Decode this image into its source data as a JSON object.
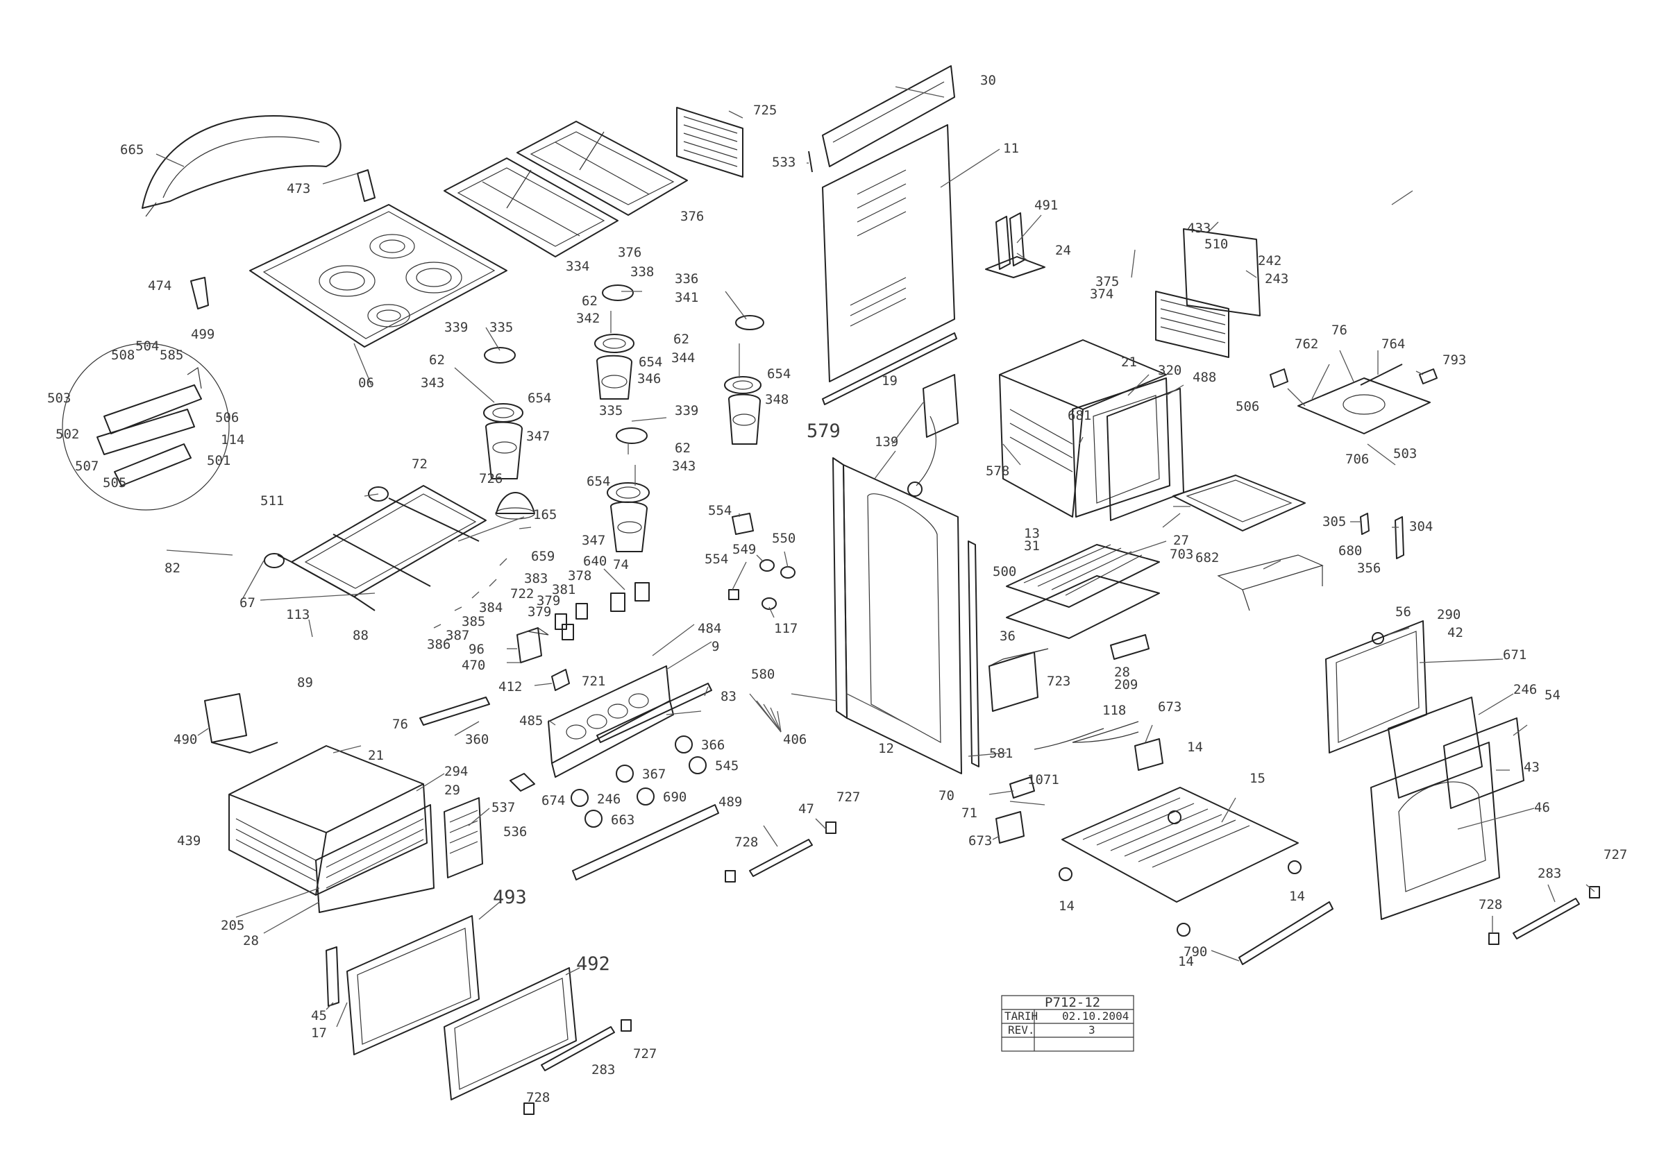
{
  "parts": {
    "p665": "665",
    "p473": "473",
    "p474": "474",
    "p06": "06",
    "p725": "725",
    "p376a": "376",
    "p376b": "376",
    "p334": "334",
    "p338": "338",
    "p336": "336",
    "p341": "341",
    "p339a": "339",
    "p335a": "335",
    "p62a": "62",
    "p342": "342",
    "p654a": "654",
    "p346": "346",
    "p62b": "62",
    "p344": "344",
    "p654b": "654",
    "p348": "348",
    "p62c": "62",
    "p343a": "343",
    "p654c": "654",
    "p347a": "347",
    "p335b": "335",
    "p339b": "339",
    "p62d": "62",
    "p343b": "343",
    "p654d": "654",
    "p347b": "347",
    "p499": "499",
    "p508": "508",
    "p504": "504",
    "p585": "585",
    "p503a": "503",
    "p502": "502",
    "p506a": "506",
    "p114": "114",
    "p501": "501",
    "p507": "507",
    "p505": "505",
    "p72": "72",
    "p511": "511",
    "p726": "726",
    "p165": "165",
    "p82": "82",
    "p659": "659",
    "p383": "383",
    "p722": "722",
    "p67": "67",
    "p384": "384",
    "p385": "385",
    "p387": "387",
    "p386": "386",
    "p113": "113",
    "p88": "88",
    "p89": "89",
    "p76a": "76",
    "p554a": "554",
    "p549": "549",
    "p550": "550",
    "p554b": "554",
    "p117": "117",
    "p640": "640",
    "p74": "74",
    "p378": "378",
    "p381": "381",
    "p379a": "379",
    "p379b": "379",
    "p484": "484",
    "p9": "9",
    "p96": "96",
    "p470": "470",
    "p412": "412",
    "p721": "721",
    "p580": "580",
    "p83": "83",
    "p406": "406",
    "p485": "485",
    "p490": "490",
    "p360": "360",
    "p21a": "21",
    "p294": "294",
    "p29": "29",
    "p439": "439",
    "p366": "366",
    "p367": "367",
    "p545": "545",
    "p674": "674",
    "p246a": "246",
    "p690": "690",
    "p663": "663",
    "p537": "537",
    "p536": "536",
    "p489": "489",
    "p47": "47",
    "p727a": "727",
    "p728a": "728",
    "p205": "205",
    "p28a": "28",
    "p493": "493",
    "p492": "492",
    "p45": "45",
    "p17": "17",
    "p283a": "283",
    "p727b": "727",
    "p728b": "728",
    "p30": "30",
    "p533": "533",
    "p11": "11",
    "p491": "491",
    "p24": "24",
    "p579": "579",
    "p19": "19",
    "p139": "139",
    "p12": "12",
    "p581": "581",
    "p433": "433",
    "p510": "510",
    "p242": "242",
    "p243": "243",
    "p375": "375",
    "p374": "374",
    "p21b": "21",
    "p320": "320",
    "p488": "488",
    "p578": "578",
    "p681": "681",
    "p13": "13",
    "p31": "31",
    "p27": "27",
    "p500": "500",
    "p28b": "28",
    "p209": "209",
    "p36": "36",
    "p723": "723",
    "p118": "118",
    "p673a": "673",
    "p1071": "1071",
    "p70": "70",
    "p71": "71",
    "p673b": "673",
    "p14a": "14",
    "p15": "15",
    "p14b": "14",
    "p14c": "14",
    "p14d": "14",
    "p790": "790",
    "p76b": "76",
    "p762": "762",
    "p764": "764",
    "p793": "793",
    "p506b": "506",
    "p706": "706",
    "p503b": "503",
    "p703": "703",
    "p682": "682",
    "p305": "305",
    "p304": "304",
    "p680": "680",
    "p356": "356",
    "p56": "56",
    "p290": "290",
    "p42": "42",
    "p671": "671",
    "p246b": "246",
    "p54": "54",
    "p43": "43",
    "p46": "46",
    "p727c": "727",
    "p283b": "283",
    "p728c": "728"
  },
  "title_block": {
    "drawing_no": "P712-12",
    "date_label": "TARIH",
    "date_value": "02.10.2004",
    "rev_label": "REV.",
    "rev_value": "3"
  }
}
